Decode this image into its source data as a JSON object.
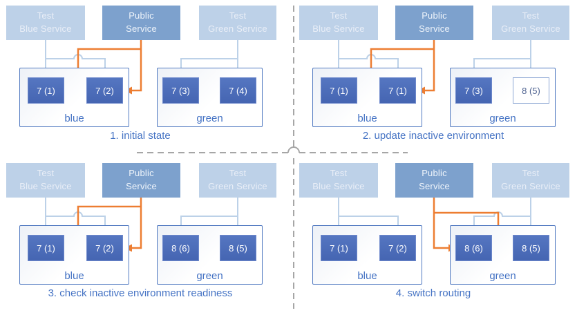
{
  "services": {
    "test_blue": {
      "line1": "Test",
      "line2": "Blue Service"
    },
    "public": {
      "line1": "Public",
      "line2": "Service"
    },
    "test_green": {
      "line1": "Test",
      "line2": "Green Service"
    }
  },
  "colors": {
    "light_service_fill": "#bdd1e8",
    "public_service_fill": "#7da1cd",
    "pod_fill": "#4a6ab8",
    "environment_border": "#4f78c0",
    "light_connector": "#bcd1e8",
    "public_route_connector": "#ed7d31",
    "caption_text": "#4573c4",
    "divider_dash": "#a6a6a6"
  },
  "panels": [
    {
      "caption": "1. initial state",
      "public_routes_to": "blue",
      "environments": {
        "blue": {
          "label": "blue",
          "pods": [
            {
              "label": "7 (1)",
              "state": "running"
            },
            {
              "label": "7 (2)",
              "state": "running"
            }
          ]
        },
        "green": {
          "label": "green",
          "pods": [
            {
              "label": "7 (3)",
              "state": "running"
            },
            {
              "label": "7 (4)",
              "state": "running"
            }
          ]
        }
      }
    },
    {
      "caption": "2. update inactive environment",
      "public_routes_to": "blue",
      "environments": {
        "blue": {
          "label": "blue",
          "pods": [
            {
              "label": "7 (1)",
              "state": "running"
            },
            {
              "label": "7 (1)",
              "state": "running"
            }
          ]
        },
        "green": {
          "label": "green",
          "pods": [
            {
              "label": "7 (3)",
              "state": "running"
            },
            {
              "label": "8 (5)",
              "state": "creating"
            }
          ]
        }
      }
    },
    {
      "caption": "3. check inactive environment readiness",
      "public_routes_to": "blue",
      "environments": {
        "blue": {
          "label": "blue",
          "pods": [
            {
              "label": "7 (1)",
              "state": "running"
            },
            {
              "label": "7 (2)",
              "state": "running"
            }
          ]
        },
        "green": {
          "label": "green",
          "pods": [
            {
              "label": "8 (6)",
              "state": "running"
            },
            {
              "label": "8 (5)",
              "state": "running"
            }
          ]
        }
      }
    },
    {
      "caption": "4. switch routing",
      "public_routes_to": "green",
      "environments": {
        "blue": {
          "label": "blue",
          "pods": [
            {
              "label": "7 (1)",
              "state": "running"
            },
            {
              "label": "7 (2)",
              "state": "running"
            }
          ]
        },
        "green": {
          "label": "green",
          "pods": [
            {
              "label": "8 (6)",
              "state": "running"
            },
            {
              "label": "8 (5)",
              "state": "running"
            }
          ]
        }
      }
    }
  ]
}
